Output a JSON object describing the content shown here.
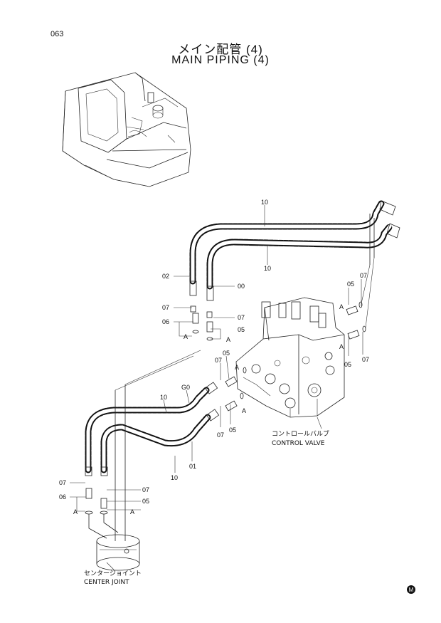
{
  "page_number": "063",
  "title_jp": "メイン配管 (4)",
  "title_en": "MAIN PIPING (4)",
  "parts": {
    "p10a": "10",
    "p10b": "10",
    "p10c": "10",
    "p10d": "10",
    "p02": "02",
    "p00": "00",
    "p07a": "07",
    "p07b": "07",
    "p07c": "07",
    "p07d": "07",
    "p07e": "07",
    "p07f": "07",
    "p07g": "07",
    "p07h": "07",
    "p06a": "06",
    "p06b": "06",
    "p05a": "05",
    "p05b": "05",
    "p05c": "05",
    "p05d": "05",
    "p05e": "05",
    "p05f": "05",
    "pG0": "G0",
    "p01": "01"
  },
  "markers": {
    "a1": "A",
    "a2": "A",
    "a3": "A",
    "a4": "A",
    "a5": "A",
    "a6": "A",
    "a7": "A",
    "a8": "A"
  },
  "callouts": {
    "control_valve_jp": "コントロールバルブ",
    "control_valve_en": "CONTROL VALVE",
    "center_joint_jp": "センタージョイント",
    "center_joint_en": "CENTER JOINT"
  },
  "corner_mark": "M",
  "icons": {
    "excavator": "excavator-cab-icon",
    "valve": "control-valve-icon",
    "joint": "center-joint-icon"
  }
}
